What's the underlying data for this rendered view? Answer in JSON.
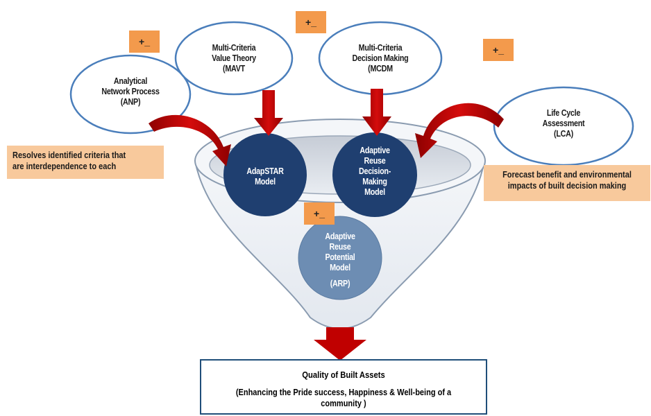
{
  "ovals": {
    "anp": "Analytical Network Process (ANP)",
    "mavt": "Multi-Criteria Value Theory (MAVT)",
    "mcdm": "Multi-Criteria Decision Making (MCDM)",
    "lca": "Life Cycle Assessment (LCA)"
  },
  "ovals_lines": {
    "anp": [
      "Analytical",
      "Network Process",
      "(ANP)"
    ],
    "mavt": [
      "Multi-Criteria",
      "Value Theory",
      "(MAVT"
    ],
    "mcdm": [
      "Multi-Criteria",
      "Decision Making",
      "(MCDM"
    ],
    "lca": [
      "Life Cycle",
      "Assessment",
      "(LCA)"
    ]
  },
  "models": {
    "adapstar": [
      "AdapSTAR",
      "Model"
    ],
    "ardm": [
      "Adaptive",
      "Reuse",
      "Decision-",
      "Making",
      "Model"
    ],
    "arp": [
      "Adaptive",
      "Reuse",
      "Potential",
      "Model",
      "(ARP)"
    ]
  },
  "notes": {
    "left": [
      "Resolves identified criteria that",
      "are interdependence to each"
    ],
    "right": [
      "Forecast benefit and environmental",
      "impacts of built decision making"
    ]
  },
  "plus_minus": "+_",
  "result": {
    "title": "Quality of Built Assets",
    "subtitle": "(Enhancing the Pride success, Happiness & Well-being of a community )"
  },
  "colors": {
    "oval_border": "#4a7ebb",
    "funnel_border": "#8a9bb0",
    "dark_circle": "#1f3f70",
    "light_circle": "#6d8db3",
    "arrow_red": "#c00000",
    "note_fill": "#f8c99c",
    "pm_fill": "#f39a4c",
    "result_border": "#1f4e79"
  }
}
